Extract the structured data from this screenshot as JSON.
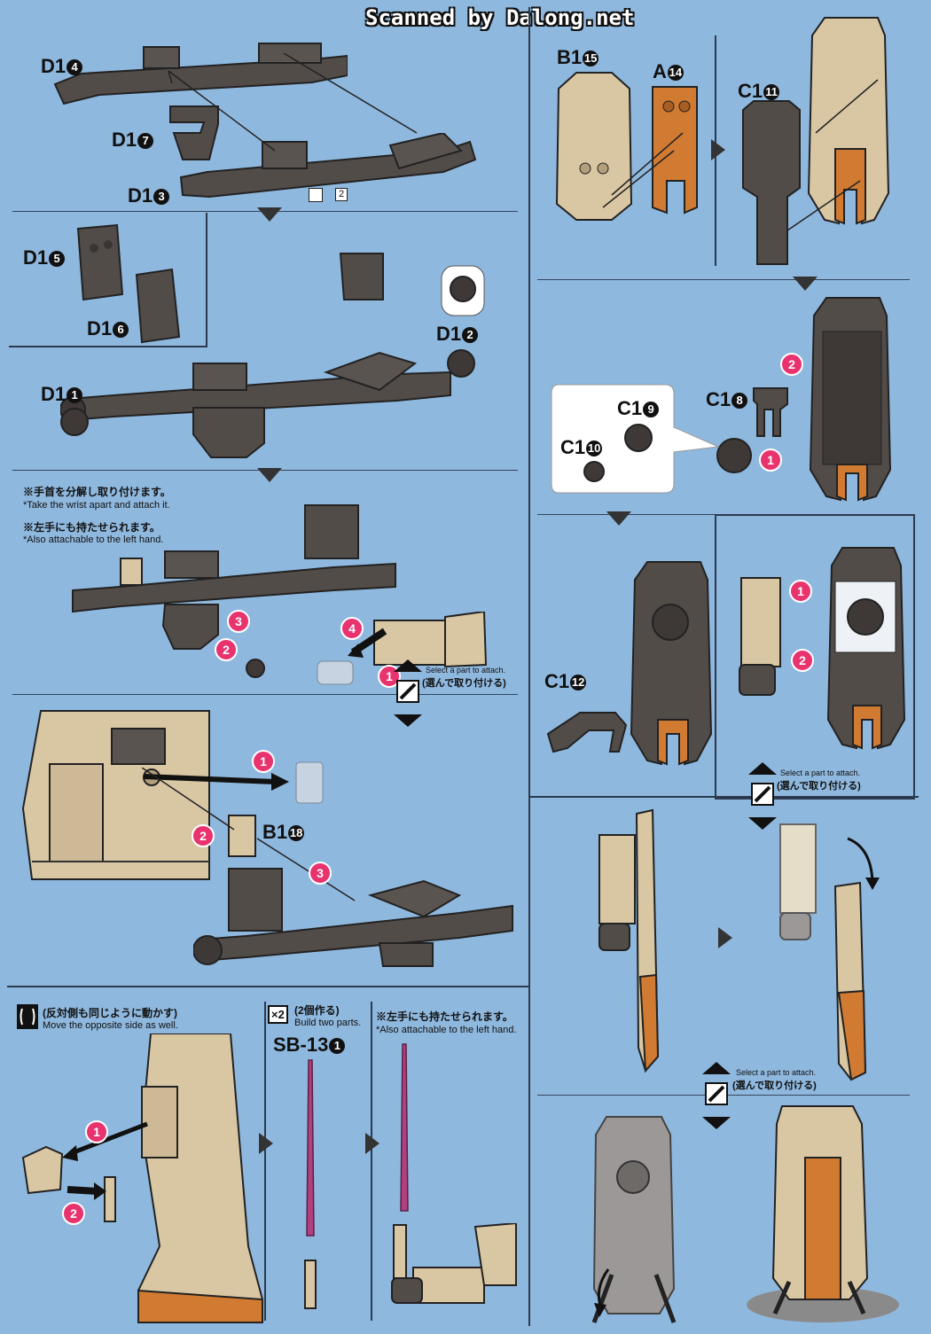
{
  "header": {
    "scanner_credit": "Scanned by Dalong.net"
  },
  "labels": {
    "d1_4": {
      "part": "D1",
      "num": "4"
    },
    "d1_7": {
      "part": "D1",
      "num": "7"
    },
    "d1_3": {
      "part": "D1",
      "num": "3"
    },
    "d1_5": {
      "part": "D1",
      "num": "5"
    },
    "d1_6": {
      "part": "D1",
      "num": "6"
    },
    "d1_2": {
      "part": "D1",
      "num": "2"
    },
    "d1_1": {
      "part": "D1",
      "num": "1"
    },
    "b1_18": {
      "part": "B1",
      "num": "18"
    },
    "b1_15": {
      "part": "B1",
      "num": "15"
    },
    "a_14": {
      "part": "A",
      "num": "14"
    },
    "c1_11": {
      "part": "C1",
      "num": "11"
    },
    "c1_8": {
      "part": "C1",
      "num": "8"
    },
    "c1_9": {
      "part": "C1",
      "num": "9"
    },
    "c1_10": {
      "part": "C1",
      "num": "10"
    },
    "c1_12": {
      "part": "C1",
      "num": "12"
    },
    "sb13_1": {
      "part": "SB-13",
      "num": "1"
    }
  },
  "small_badge": "2",
  "notes": {
    "wrist_jp": "※手首を分解し取り付けます。",
    "wrist_en": "*Take the wrist apart and attach it.",
    "left_jp": "※左手にも持たせられます。",
    "left_en": "*Also attachable to the left hand.",
    "select_en": "Select a part to attach.",
    "select_jp": "(選んで取り付ける)",
    "opposite_jp": "(反対側も同じように動かす)",
    "opposite_en": "Move the opposite side as well.",
    "build_two_jp": "(2個作る)",
    "build_two_en": "Build two parts.",
    "x2": "×2",
    "left_jp2": "※左手にも持たせられます。",
    "left_en2": "*Also attachable to the left hand."
  },
  "steps": {
    "s1": "1",
    "s2": "2",
    "s3": "3",
    "s4": "4"
  },
  "colors": {
    "background": "#8fb8de",
    "part_dark": "#4f4a48",
    "part_tan": "#d9c7a4",
    "part_orange": "#d07a32",
    "beam_magenta": "#b0407e",
    "step_marker": "#e8336e",
    "divider": "#2b3a4e"
  }
}
